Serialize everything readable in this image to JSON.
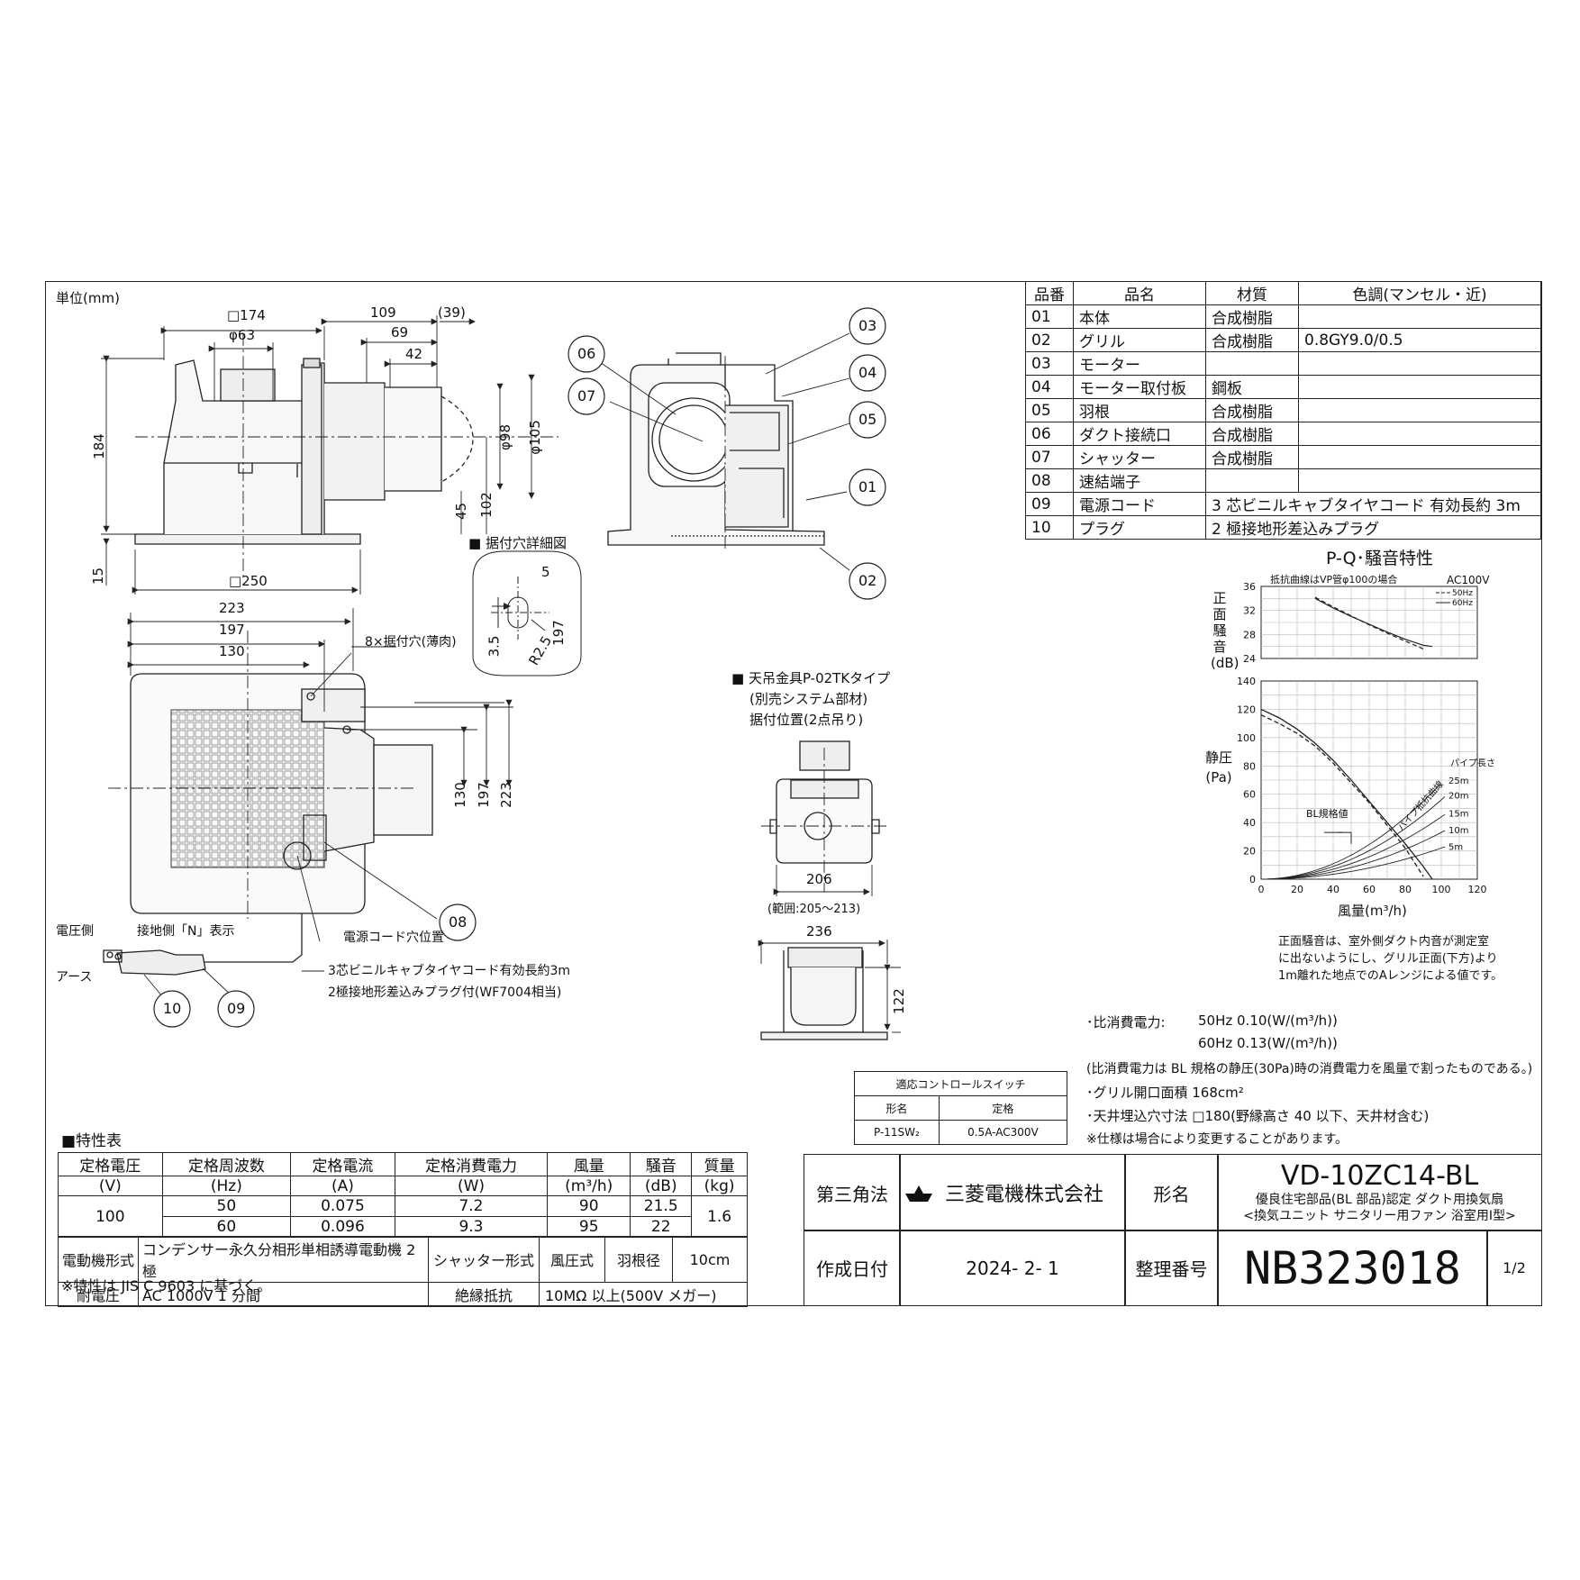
{
  "unit_label": "単位(mm)",
  "dims_front": {
    "d174": "□174",
    "d63": "φ63",
    "d109": "109",
    "d39": "(39)",
    "d69": "69",
    "d42": "42",
    "d184": "184",
    "d98": "φ98",
    "d105": "φ105",
    "d45": "45",
    "d102": "102",
    "d15": "15",
    "d250": "□250"
  },
  "detail": {
    "title": "■ 据付穴詳細図",
    "d5": "5",
    "d35": "3.5",
    "d197": "197",
    "r25": "R2.5"
  },
  "dims_plan": {
    "d223": "223",
    "d197": "197",
    "d130": "130",
    "holes": "8×据付穴(薄肉)",
    "v130": "130",
    "v197": "197",
    "v223": "223",
    "cord_hole": "電源コード穴位置",
    "voltage_side": "電圧側",
    "ground_side": "接地側「N」表示",
    "earth": "アース",
    "cord": "3芯ビニルキャブタイヤコード有効長約3m",
    "plug": "2極接地形差込みプラグ付(WF7004相当)"
  },
  "callouts": {
    "c01": "01",
    "c02": "02",
    "c03": "03",
    "c04": "04",
    "c05": "05",
    "c06": "06",
    "c07": "07",
    "c08": "08",
    "c09": "09",
    "c10": "10"
  },
  "hanger": {
    "title": "■ 天吊金具P-02TKタイプ",
    "sub1": "(別売システム部材)",
    "sub2": "据付位置(2点吊り)",
    "d206": "206",
    "range": "(範囲:205～213)",
    "d236": "236",
    "d122": "122"
  },
  "parts": {
    "headers": [
      "品番",
      "品名",
      "材質",
      "色調(マンセル・近)"
    ],
    "rows": [
      [
        "01",
        "本体",
        "合成樹脂",
        ""
      ],
      [
        "02",
        "グリル",
        "合成樹脂",
        "0.8GY9.0/0.5"
      ],
      [
        "03",
        "モーター",
        "",
        ""
      ],
      [
        "04",
        "モーター取付板",
        "鋼板",
        ""
      ],
      [
        "05",
        "羽根",
        "合成樹脂",
        ""
      ],
      [
        "06",
        "ダクト接続口",
        "合成樹脂",
        ""
      ],
      [
        "07",
        "シャッター",
        "合成樹脂",
        ""
      ],
      [
        "08",
        "速結端子",
        "",
        ""
      ]
    ],
    "row09": [
      "09",
      "電源コード",
      "3 芯ビニルキャブタイヤコード  有効長約 3m"
    ],
    "row10": [
      "10",
      "プラグ",
      "2 極接地形差込みプラグ"
    ]
  },
  "chart_data": {
    "type": "line",
    "title": "P-Q･騒音特性",
    "note_top": "抵抗曲線はVP管φ100の場合",
    "supply": "AC100V",
    "noise": {
      "ylabel": "正面騒音(dB)",
      "ylim": [
        24,
        36
      ],
      "yticks": [
        "24",
        "28",
        "32",
        "36"
      ],
      "series": [
        {
          "name": "50Hz",
          "x": [
            30,
            40,
            50,
            60,
            70,
            80,
            90
          ],
          "y": [
            34.2,
            32.6,
            31.1,
            29.6,
            28.2,
            26.9,
            25.6
          ]
        },
        {
          "name": "60Hz",
          "x": [
            30,
            40,
            50,
            60,
            70,
            80,
            90,
            95
          ],
          "y": [
            34.0,
            32.4,
            31.0,
            29.7,
            28.4,
            27.2,
            26.2,
            26.0
          ]
        }
      ]
    },
    "pq": {
      "ylabel": "静圧(Pa)",
      "xlabel": "風量(m³/h)",
      "xlim": [
        0,
        120
      ],
      "ylim": [
        0,
        140
      ],
      "xticks": [
        "0",
        "20",
        "40",
        "60",
        "80",
        "100",
        "120"
      ],
      "yticks": [
        "0",
        "20",
        "40",
        "60",
        "80",
        "100",
        "120",
        "140"
      ],
      "series": [
        {
          "name": "50Hz",
          "x": [
            0,
            10,
            20,
            30,
            40,
            50,
            60,
            70,
            80,
            85,
            90
          ],
          "y": [
            116,
            110,
            103,
            94,
            82,
            68,
            54,
            38,
            22,
            12,
            2
          ]
        },
        {
          "name": "60Hz",
          "x": [
            0,
            10,
            20,
            30,
            40,
            50,
            60,
            70,
            80,
            90,
            95
          ],
          "y": [
            120,
            114,
            106,
            96,
            84,
            70,
            55,
            40,
            25,
            9,
            0
          ]
        }
      ],
      "resistance": {
        "label": "パイプ抵抗曲線",
        "pipe_title": "パイプ長さ",
        "curves": [
          {
            "name": "5m",
            "k": 0.0022
          },
          {
            "name": "10m",
            "k": 0.0033
          },
          {
            "name": "15m",
            "k": 0.0044
          },
          {
            "name": "20m",
            "k": 0.0056
          },
          {
            "name": "25m",
            "k": 0.0068
          }
        ]
      },
      "bl_label": "BL規格値",
      "bl_point": {
        "x": 50,
        "y": 30
      }
    },
    "footnote": [
      "正面騒音は、室外側ダクト内音が測定室",
      "に出ないようにし、グリル正面(下方)より",
      "1m離れた地点でのAレンジによる値です。"
    ]
  },
  "ctrl": {
    "title": "適応コントロールスイッチ",
    "h_model": "形名",
    "h_rating": "定格",
    "model": "P-11SW₂",
    "rating": "0.5A-AC300V"
  },
  "notes": {
    "n1": "･比消費電力:",
    "n1a": "50Hz 0.10(W/(m³/h))",
    "n1b": "60Hz 0.13(W/(m³/h))",
    "n2": "(比消費電力は BL 規格の静圧(30Pa)時の消費電力を風量で割ったものである。)",
    "n3": "･グリル開口面積  168cm²",
    "n4": "･天井埋込穴寸法  □180(野縁高さ 40 以下、天井材含む)",
    "n5": "※仕様は場合により変更することがあります。"
  },
  "specs": {
    "title": "■特性表",
    "h": [
      "定格電圧",
      "定格周波数",
      "定格電流",
      "定格消費電力",
      "風量",
      "騒音",
      "質量"
    ],
    "u": [
      "(V)",
      "(Hz)",
      "(A)",
      "(W)",
      "(m³/h)",
      "(dB)",
      "(kg)"
    ],
    "voltage": "100",
    "mass": "1.6",
    "r1": [
      "50",
      "0.075",
      "7.2",
      "90",
      "21.5"
    ],
    "r2": [
      "60",
      "0.096",
      "9.3",
      "95",
      "22"
    ],
    "motor_l": "電動機形式",
    "motor_v": "コンデンサー永久分相形単相誘導電動機  2 極",
    "shutter_l": "シャッター形式",
    "shutter_v": "風圧式",
    "blade_l": "羽根径",
    "blade_v": "10cm",
    "volt_l": "耐電圧",
    "volt_v": "AC 1000V  1 分間",
    "ins_l": "絶縁抵抗",
    "ins_v": "10MΩ 以上(500V メガー)",
    "footer": "※特性は  JIS  C  9603  に基づく。"
  },
  "title_block": {
    "projection": "第三角法",
    "company": "三菱電機株式会社",
    "model_label": "形名",
    "model": "VD-10ZC14-BL",
    "desc1": "優良住宅部品(BL 部品)認定  ダクト用換気扇",
    "desc2": "<換気ユニット  サニタリー用ファン  浴室用Ⅰ型>",
    "date_label": "作成日付",
    "date": "2024-  2-  1",
    "ref_label": "整理番号",
    "ref": "NB323018",
    "page": "1/2"
  },
  "colors": {
    "line": "#222222",
    "fill": "#f2f2f2"
  }
}
